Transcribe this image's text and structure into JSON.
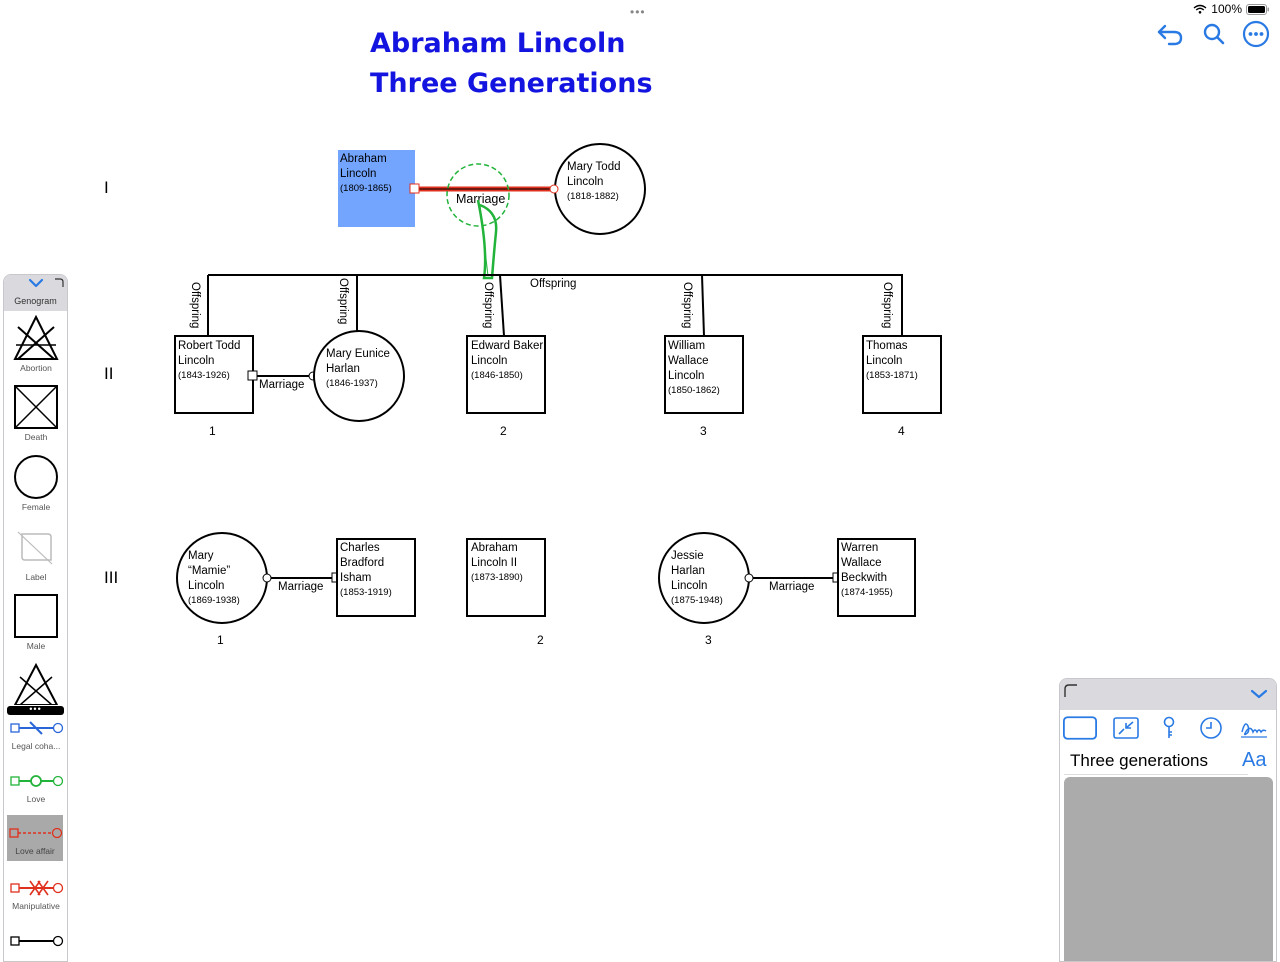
{
  "status": {
    "battery": "100%"
  },
  "title": {
    "line1": "Abraham Lincoln",
    "line2": "Three Generations"
  },
  "generations": [
    "I",
    "II",
    "III"
  ],
  "gen1": {
    "abraham": {
      "name": [
        "Abraham",
        "Lincoln"
      ],
      "dates": "(1809-1865)"
    },
    "mary_todd": {
      "name": [
        "Mary Todd",
        "Lincoln"
      ],
      "dates": "(1818-1882)"
    },
    "marriage": "Marriage",
    "offspring": "Offspring"
  },
  "gen2": {
    "robert": {
      "name": [
        "Robert Todd",
        "Lincoln"
      ],
      "dates": "(1843-1926)",
      "number": "1"
    },
    "mary_harlan": {
      "name": [
        "Mary Eunice",
        "Harlan"
      ],
      "dates": "(1846-1937)"
    },
    "edward": {
      "name": [
        "Edward Baker",
        "Lincoln"
      ],
      "dates": "(1846-1850)",
      "number": "2"
    },
    "william": {
      "name": [
        "William",
        "Wallace",
        "Lincoln"
      ],
      "dates": "(1850-1862)",
      "number": "3"
    },
    "thomas": {
      "name": [
        "Thomas",
        "Lincoln"
      ],
      "dates": "(1853-1871)",
      "number": "4"
    },
    "marriage": "Marriage",
    "offspring": "Offspring"
  },
  "gen3": {
    "mamie": {
      "name": [
        "Mary",
        "“Mamie”",
        "Lincoln"
      ],
      "dates": "(1869-1938)",
      "number": "1"
    },
    "charles": {
      "name": [
        "Charles",
        "Bradford",
        "Isham"
      ],
      "dates": "(1853-1919)"
    },
    "abraham2": {
      "name": [
        "Abraham",
        "Lincoln II"
      ],
      "dates": "(1873-1890)",
      "number": "2"
    },
    "jessie": {
      "name": [
        "Jessie",
        "Harlan",
        "Lincoln"
      ],
      "dates": "(1875-1948)",
      "number": "3"
    },
    "warren": {
      "name": [
        "Warren",
        "Wallace",
        "Beckwith"
      ],
      "dates": "(1874-1955)"
    },
    "marriage": "Marriage"
  },
  "palette": {
    "title": "Genogram",
    "items": [
      "Abortion",
      "Death",
      "Female",
      "Label",
      "Male",
      "Legal coha...",
      "Love",
      "Love affair",
      "Manipulative"
    ],
    "more": "•••"
  },
  "inspector": {
    "title_value": "Three generations",
    "font_button": "Aa"
  },
  "colors": {
    "title": "#1414e0",
    "accent": "#2a7ae4",
    "selection_fill": "#73a5ff",
    "marriage_selected": "#e0301e",
    "green_stroke": "#22b33a"
  }
}
